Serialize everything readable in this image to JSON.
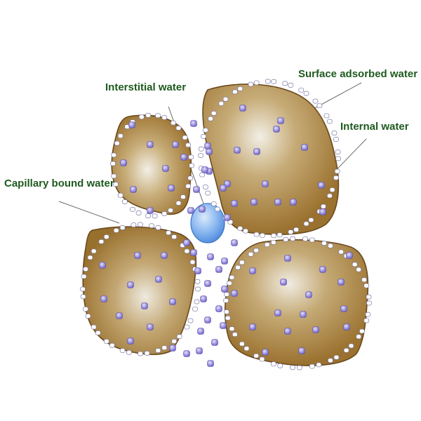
{
  "labels": {
    "interstitial": "Interstitial water",
    "surface": "Surface adsorbed water",
    "internal": "Internal water",
    "capillary": "Capillary bound water"
  },
  "colors": {
    "label": "#1e5a1e",
    "particle_fill": "#a67c3a",
    "particle_edge": "#6b4a1c",
    "molecule": "#8c83d4",
    "free_water": "#5f9ee8"
  }
}
